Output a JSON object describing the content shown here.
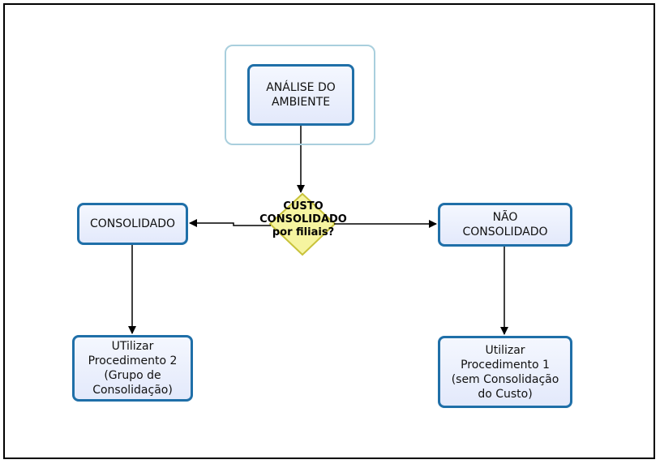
{
  "nodes": {
    "analysis": "ANÁLISE DO\nAMBIENTE",
    "decision": "CUSTO\nCONSOLIDADO\npor filiais?",
    "consolidated": "CONSOLIDADO",
    "not_consolidated": "NÃO\nCONSOLIDADO",
    "procedure_2": "UTilizar\nProcedimento 2\n(Grupo de\nConsolidação)",
    "procedure_1": "Utilizar\nProcedimento 1\n(sem Consolidação\ndo Custo)"
  },
  "colors": {
    "node_border": "#1f6fa8",
    "node_fill": "#e3e9fb",
    "decision_border": "#c8c23a",
    "decision_fill": "#f6f4a0",
    "group_border": "#a9cfdd"
  }
}
